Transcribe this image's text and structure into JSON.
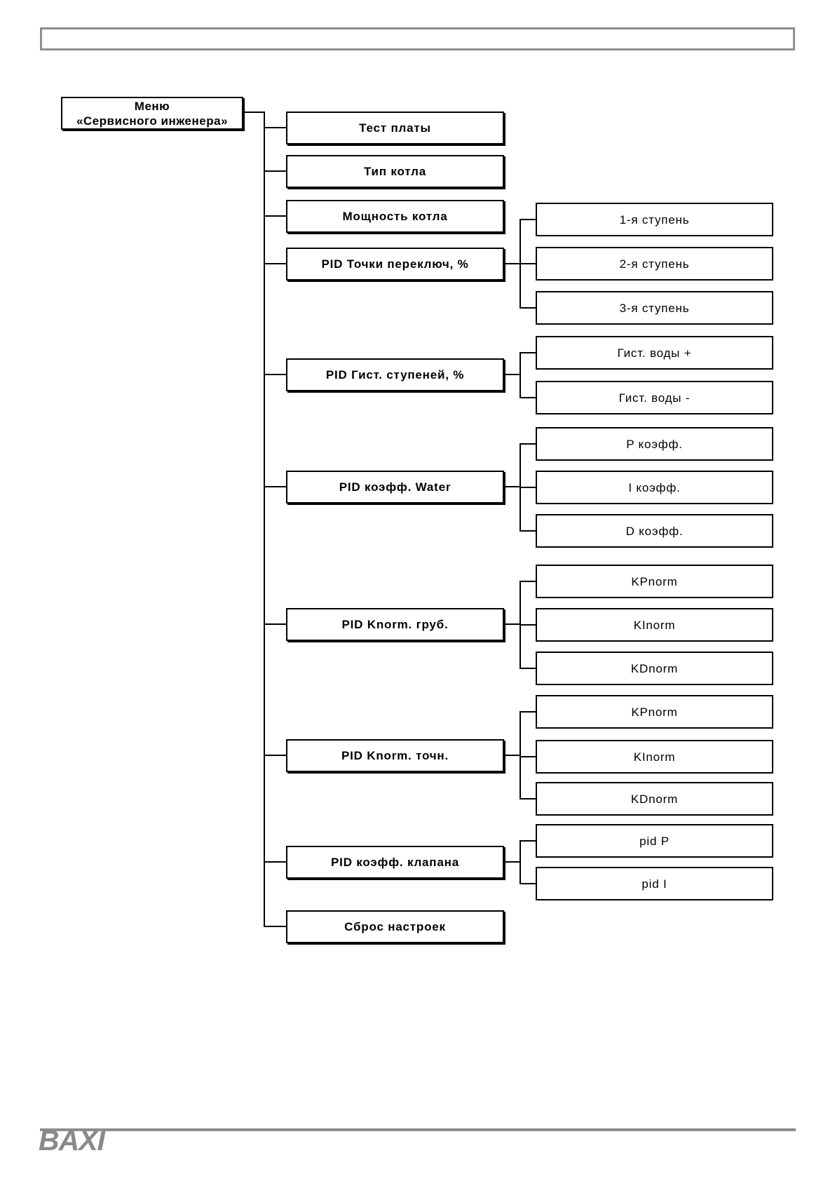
{
  "page": {
    "footer_logo": "BAXI"
  },
  "colors": {
    "line": "#000000",
    "box_border": "#000000",
    "header_frame_gray": "#8f8f8f",
    "footer_rule_gray": "#8c8c8c",
    "logo_gray": "#8a8a8a",
    "background": "#ffffff"
  },
  "root": {
    "label_line1": "Меню",
    "label_line2": "«Сервисного инженера»"
  },
  "menu": {
    "items": [
      {
        "label": "Тест платы",
        "children": []
      },
      {
        "label": "Тип котла",
        "children": []
      },
      {
        "label": "Мощность котла",
        "children": []
      },
      {
        "label": "PID Точки переключ, %",
        "children": [
          "1-я ступень",
          "2-я ступень",
          "3-я ступень"
        ]
      },
      {
        "label": "PID Гист. ступеней, %",
        "children": [
          "Гист. воды +",
          "Гист. воды -"
        ]
      },
      {
        "label": "PID коэфф. Water",
        "children": [
          "P коэфф.",
          "I коэфф.",
          "D коэфф."
        ]
      },
      {
        "label": "PID Knorm. груб.",
        "children": [
          "KPnorm",
          "KInorm",
          "KDnorm"
        ]
      },
      {
        "label": "PID Knorm. точн.",
        "children": [
          "KPnorm",
          "KInorm",
          "KDnorm"
        ]
      },
      {
        "label": "PID коэфф. клапана",
        "children": [
          "pid P",
          "pid I"
        ]
      },
      {
        "label": "Сброс настроек",
        "children": []
      }
    ]
  }
}
